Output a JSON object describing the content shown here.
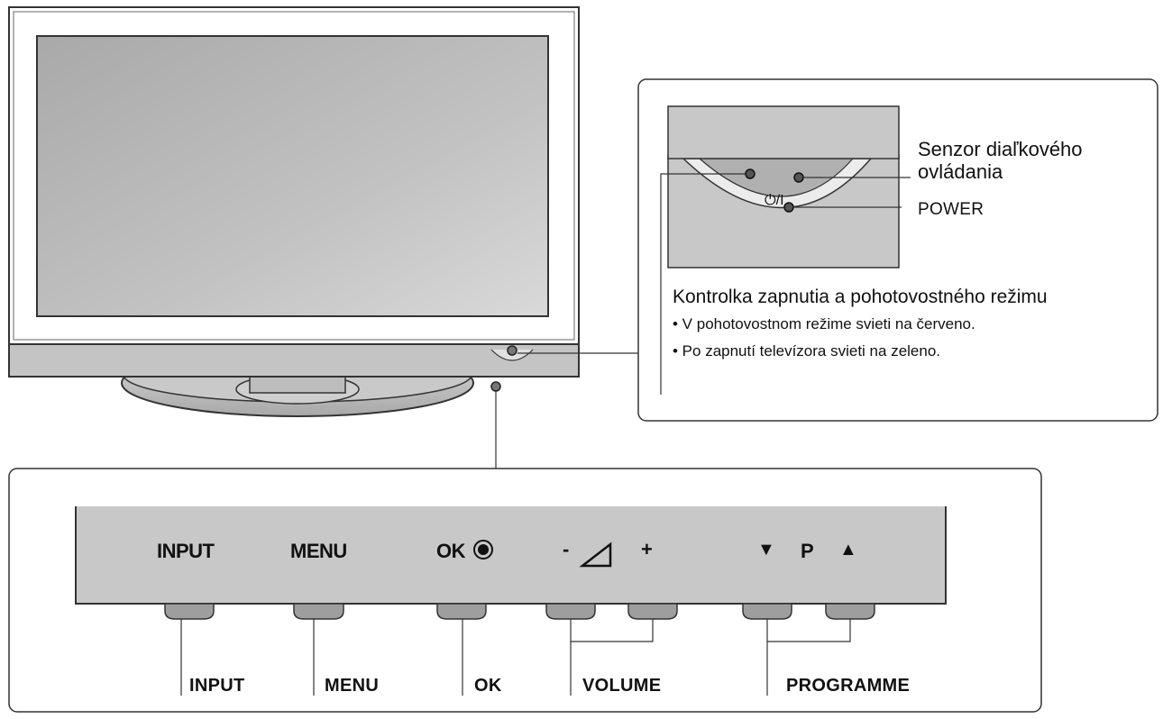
{
  "indicator_panel": {
    "power_symbol": "⏻/I",
    "sensor_label": "Senzor diaľkového ovládania",
    "sensor_label_line1": "Senzor diaľkového",
    "sensor_label_line2": "ovládania",
    "power_label": "POWER",
    "indicator_title": "Kontrolka zapnutia a pohotovostného režimu",
    "bullets": [
      "• V  pohotovostnom režime svieti na červeno.",
      "• Po zapnutí televízora svieti na zeleno."
    ]
  },
  "control_panel": {
    "buttons": {
      "input": "INPUT",
      "menu": "MENU",
      "ok": "OK",
      "volume_minus": "-",
      "volume_plus": "+",
      "programme_down": "▼",
      "programme_p": "P",
      "programme_up": "▲"
    },
    "captions": {
      "input": "INPUT",
      "menu": "MENU",
      "ok": "OK",
      "volume": "VOLUME",
      "programme": "PROGRAMME"
    }
  },
  "colors": {
    "line": "#333333",
    "panel_grey": "#c8c8c8",
    "screen_grey": "#b4b4b4"
  }
}
